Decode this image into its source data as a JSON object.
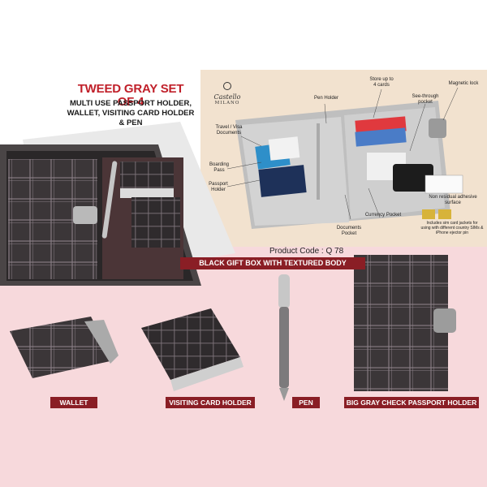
{
  "header": {
    "title": "TWEED GRAY SET OF 4",
    "subtitle_lines": [
      "MULTI USE PASSPORT HOLDER,",
      "WALLET, VISITING CARD HOLDER & PEN"
    ]
  },
  "brand": {
    "name": "Castello",
    "sub": "MILANO"
  },
  "callouts": {
    "store_cards": "Store up to\n4 cards",
    "pen_holder": "Pen Holder",
    "see_through": "See-through\npocket",
    "magnetic_lock": "Magnetic lock",
    "travel_visa": "Travel / Visa\nDocuments",
    "boarding_pass": "Boarding\nPass",
    "passport_holder": "Passport\nHolder",
    "documents_pocket": "Documents\nPocket",
    "currency_pocket": "Currency Pocket",
    "adhesive": "Non residual adhesive surface",
    "sim_note": "Includes sim card jackets for\nusing with different country SIMs &\niPhone ejector pin"
  },
  "product_code": "Product Code : Q 78",
  "box_banner": "BLACK GIFT BOX WITH TEXTURED BODY",
  "labels": {
    "wallet": "WALLET",
    "visiting_card_holder": "VISITING CARD HOLDER",
    "pen": "PEN",
    "passport_holder": "BIG GRAY CHECK PASSPORT HOLDER"
  },
  "colors": {
    "accent_red": "#c0202a",
    "banner": "#8a1e25",
    "pink_bg": "#f7d9dc",
    "tweed": "#3b3638",
    "check_line": "#8a7f86"
  }
}
